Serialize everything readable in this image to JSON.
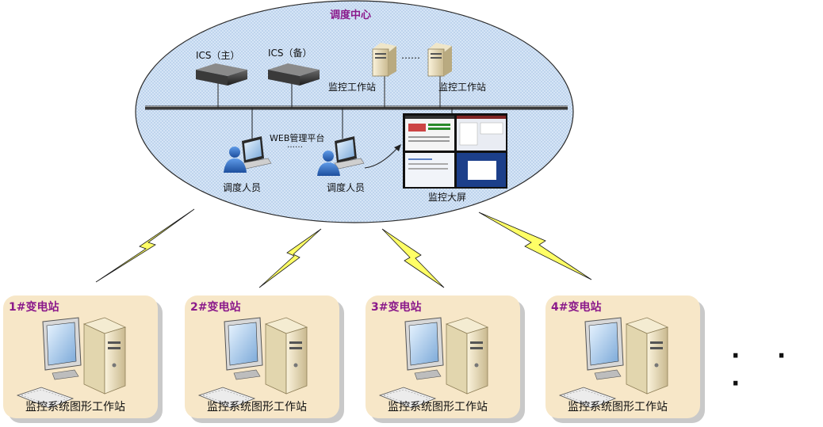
{
  "center": {
    "title": "调度中心",
    "ics_main": "ICS（主）",
    "ics_backup": "ICS（备）",
    "workstation_1": "监控工作站",
    "workstation_2": "监控工作站",
    "workstation_dots": "……",
    "web_platform": "WEB管理平台",
    "web_dots": "……",
    "operator_1": "调度人员",
    "operator_2": "调度人员",
    "big_screen": "监控大屏"
  },
  "substations": [
    {
      "name": "1#变电站",
      "station": "监控系统图形工作站"
    },
    {
      "name": "2#变电站",
      "station": "监控系统图形工作站"
    },
    {
      "name": "3#变电站",
      "station": "监控系统图形工作站"
    },
    {
      "name": "4#变电站",
      "station": "监控系统图形工作站"
    }
  ],
  "more": "· · ·",
  "colors": {
    "title": "#8b1a8b",
    "ellipse_fill": "#cfe0f4",
    "ellipse_stroke": "#2b2b2b",
    "panel": "#f7e7c8",
    "lightning": "#ffff66"
  }
}
